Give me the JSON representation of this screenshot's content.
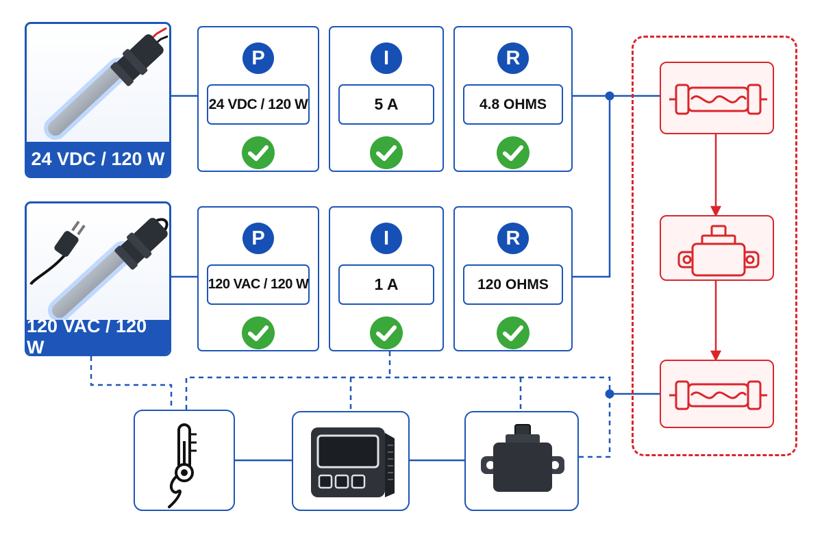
{
  "heaters": [
    {
      "label": "24 VDC / 120 W",
      "icon": "cartridge-heater-icon"
    },
    {
      "label": "120 VAC / 120 W",
      "icon": "cartridge-heater-with-plug-icon"
    }
  ],
  "rows": [
    {
      "params": [
        {
          "symbol": "P",
          "value": "24 VDC / 120 W"
        },
        {
          "symbol": "I",
          "value": "5 A"
        },
        {
          "symbol": "R",
          "value": "4.8 OHMS"
        }
      ]
    },
    {
      "params": [
        {
          "symbol": "P",
          "value": "120 VAC / 120 W"
        },
        {
          "symbol": "I",
          "value": "1 A"
        },
        {
          "symbol": "R",
          "value": "120 OHMS"
        }
      ]
    }
  ],
  "bottom_components": [
    {
      "icon": "thermocouple-icon"
    },
    {
      "icon": "temperature-controller-icon"
    },
    {
      "icon": "relay-icon"
    }
  ],
  "safety_chain": [
    {
      "icon": "fuse-icon"
    },
    {
      "icon": "relay-icon"
    },
    {
      "icon": "fuse-icon"
    }
  ],
  "colors": {
    "primary_blue": "#1d56b8",
    "check_green": "#3aa83a",
    "safety_red": "#d9262b"
  }
}
